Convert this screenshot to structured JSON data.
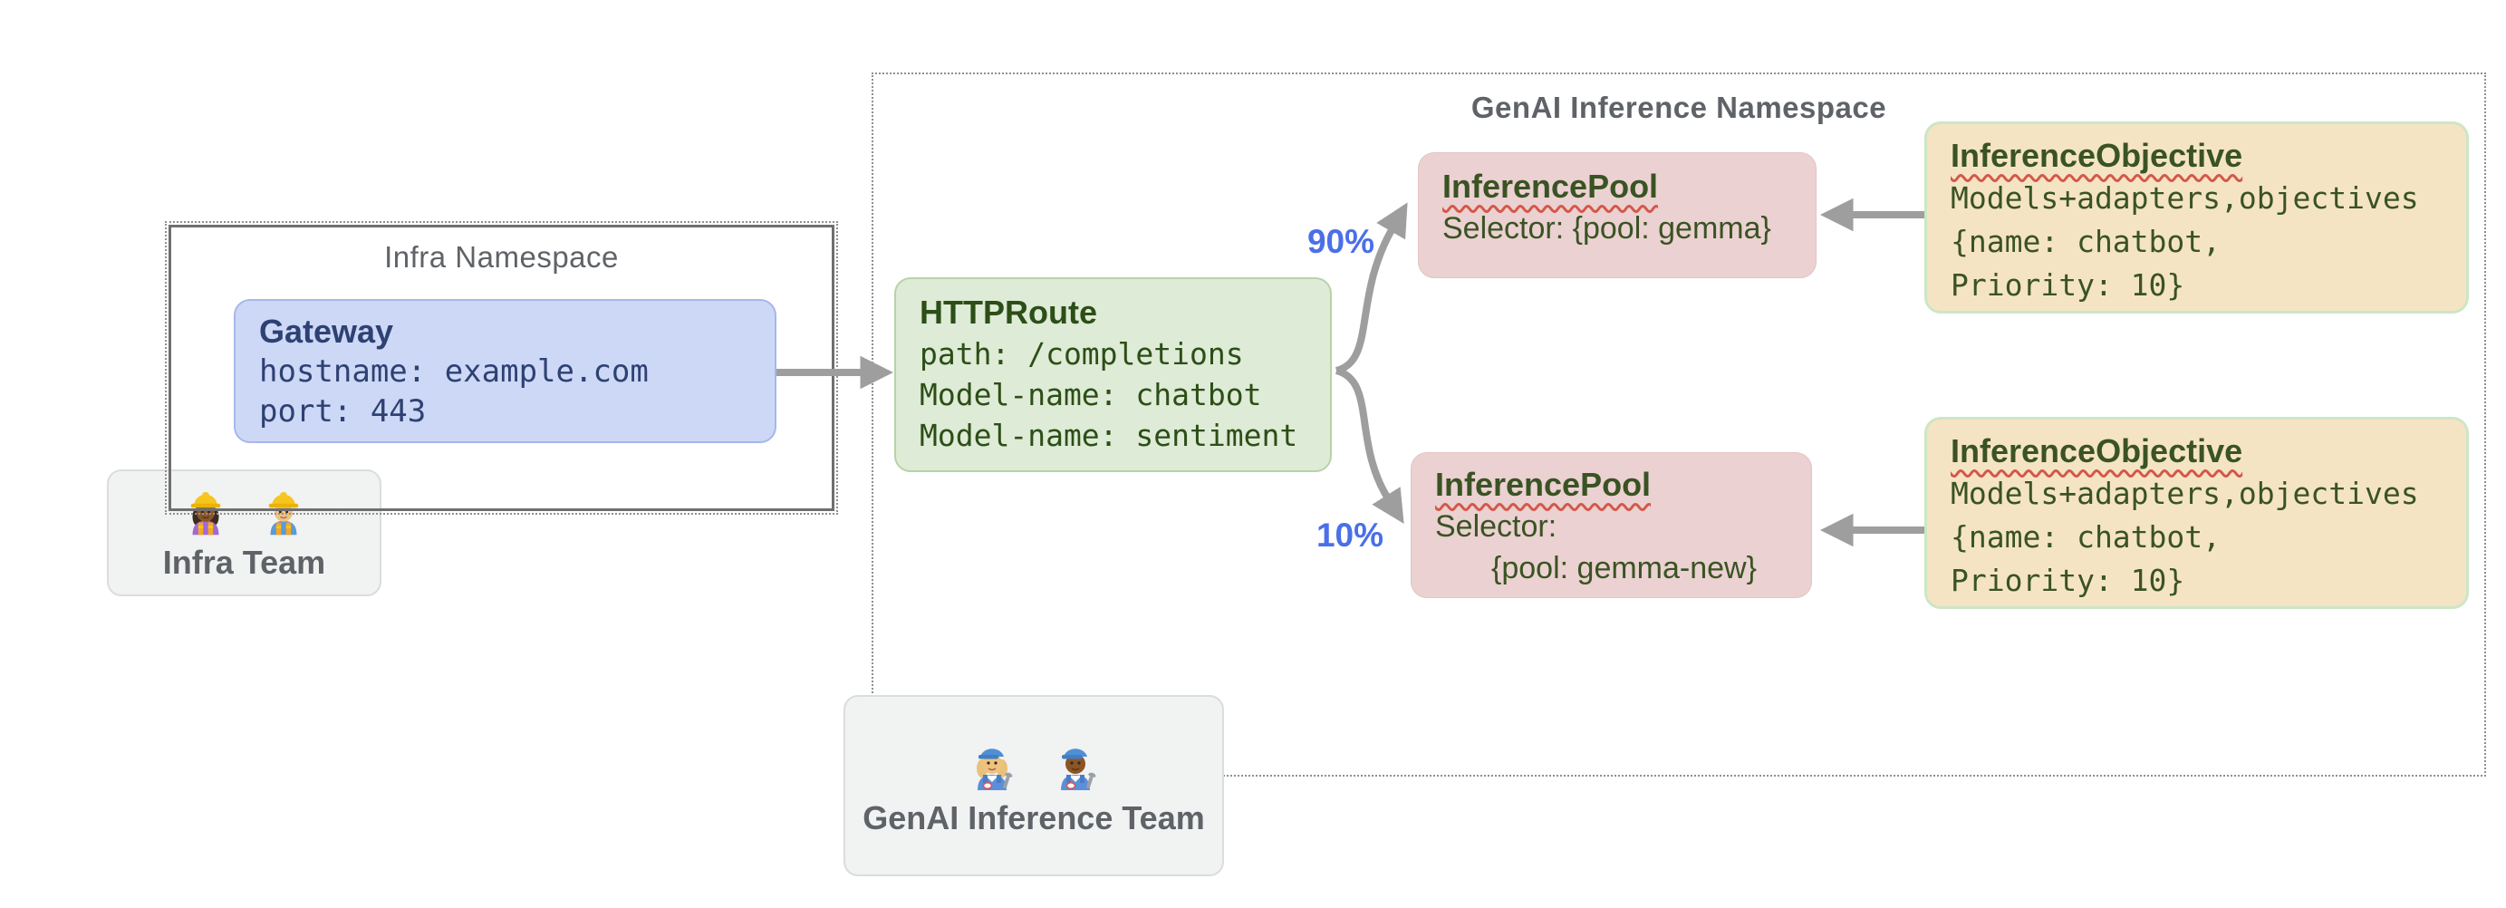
{
  "infra_namespace": {
    "title": "Infra Namespace"
  },
  "gateway": {
    "title": "Gateway",
    "lines": [
      "hostname: example.com",
      "port: 443"
    ]
  },
  "infra_team": {
    "label": "Infra Team",
    "icons": [
      "woman-construction-worker-icon",
      "man-construction-worker-icon"
    ]
  },
  "httproute": {
    "title": "HTTPRoute",
    "lines": [
      "path: /completions",
      "Model-name: chatbot",
      "Model-name: sentiment"
    ]
  },
  "genai_namespace": {
    "title": "GenAI Inference Namespace"
  },
  "routes": {
    "top_weight": "90%",
    "bottom_weight": "10%"
  },
  "inference_pool_top": {
    "title": "InferencePool",
    "lines": [
      "Selector: {pool: gemma}"
    ]
  },
  "inference_pool_bottom": {
    "title": "InferencePool",
    "lines": [
      "Selector:",
      "{pool: gemma-new}"
    ]
  },
  "inference_objective_top": {
    "title": "InferenceObjective",
    "lines": [
      "Models+adapters,objectives",
      "{name: chatbot,",
      "Priority: 10}"
    ]
  },
  "inference_objective_bottom": {
    "title": "InferenceObjective",
    "lines": [
      "Models+adapters,objectives",
      "{name: chatbot,",
      "Priority: 10}"
    ]
  },
  "genai_team": {
    "label": "GenAI Inference Team",
    "icons": [
      "woman-mechanic-icon",
      "man-mechanic-icon"
    ]
  },
  "colors": {
    "gateway_fill": "#cdd8f6",
    "gateway_text": "#2e4173",
    "httproute_fill": "#deebd6",
    "pool_fill": "#ebd1d1",
    "objective_fill": "#f5e4c4",
    "objective_border": "#cde6c6",
    "team_fill": "#f1f2f2",
    "green_text": "#3a5323",
    "gray_text": "#5f6368",
    "arrow_gray": "#9e9e9e",
    "percent_blue": "#4a6fe8",
    "squiggle_red": "#d4584a"
  }
}
